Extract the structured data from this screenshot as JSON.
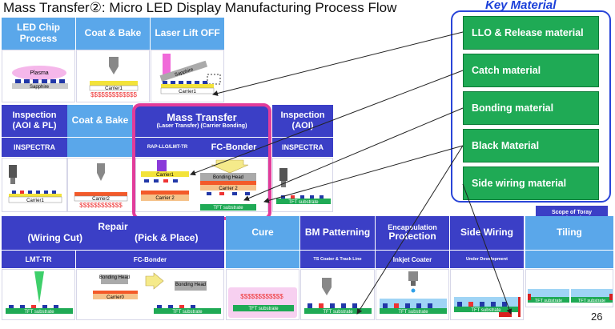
{
  "title": "Mass Transfer②: Micro LED Display Manufacturing Process Flow",
  "key_title": "Key Material",
  "key_materials": [
    "LLO & Release material",
    "Catch material",
    "Bonding material",
    "Black Material",
    "Side wiring material"
  ],
  "row1": {
    "steps": [
      {
        "title": "LED Chip Process"
      },
      {
        "title": "Coat & Bake"
      },
      {
        "title": "Laser Lift OFF"
      }
    ],
    "labels": {
      "plasma": "Plasma",
      "sapphire": "Sapphire",
      "carrier1": "Carrier1",
      "carrier1b": "Carrier1",
      "sapphire2": "Sapphire"
    }
  },
  "row2": {
    "steps": [
      {
        "title": "Inspection",
        "sub": "(AOI & PL)",
        "tool": "INSPECTRA"
      },
      {
        "title": "Coat & Bake",
        "tool": ""
      },
      {
        "title": "Mass Transfer",
        "sub": "(Laser Transfer) (Carrier Bonding)",
        "tool_left": "RAP-LLO/LMT-TR",
        "tool_right": "FC-Bonder"
      },
      {
        "title": "Inspection",
        "sub": "(AOI)",
        "tool": "INSPECTRA"
      }
    ],
    "labels": {
      "carrier1": "Carrier1",
      "carrier2": "Carrier2",
      "mt_carrier1": "Carrier1",
      "mt_carrier2": "Carrier 2",
      "bonding_head": "Bonding Head",
      "carrier2b": "Carrier 2",
      "tft1": "TFT substrate",
      "tft2": "TFT substrate"
    }
  },
  "row3": {
    "repair_title": "Repair",
    "repair_left": "(Wiring Cut)",
    "repair_right": "(Pick & Place)",
    "cure": "Cure",
    "bm": "BM Patterning",
    "encap_small": "Encapsulation",
    "encap": "Protection",
    "side": "Side Wiring",
    "tiling": "Tiling",
    "scope": "Scope of Toray Engineering",
    "tools": {
      "lmt": "LMT-TR",
      "fcb": "FC-Bonder",
      "bm": "TS Coater & Track Line",
      "encap": "Inkjet Coater",
      "side": "Under Development"
    },
    "labels": {
      "tft1": "TFT substrate",
      "carrier0": "Carrier0",
      "bonding_head": "Bonding Head",
      "bonding_head2": "Bonding Head",
      "tft2": "TFT substrate",
      "tft_cure": "TFT substrate",
      "tft_bm": "TFT substrate",
      "tft_encap": "TFT substrate",
      "tft_side": "TFT substrate",
      "tft_tile1": "TFT substrate",
      "tft_tile2": "TFT substrate"
    }
  },
  "page_number": "26",
  "colors": {
    "header": "#3b3fc6",
    "header_light": "#5aa7ea",
    "key_green": "#1faa55",
    "pink_highlight": "#e23c9a",
    "key_border": "#2a45d8"
  }
}
